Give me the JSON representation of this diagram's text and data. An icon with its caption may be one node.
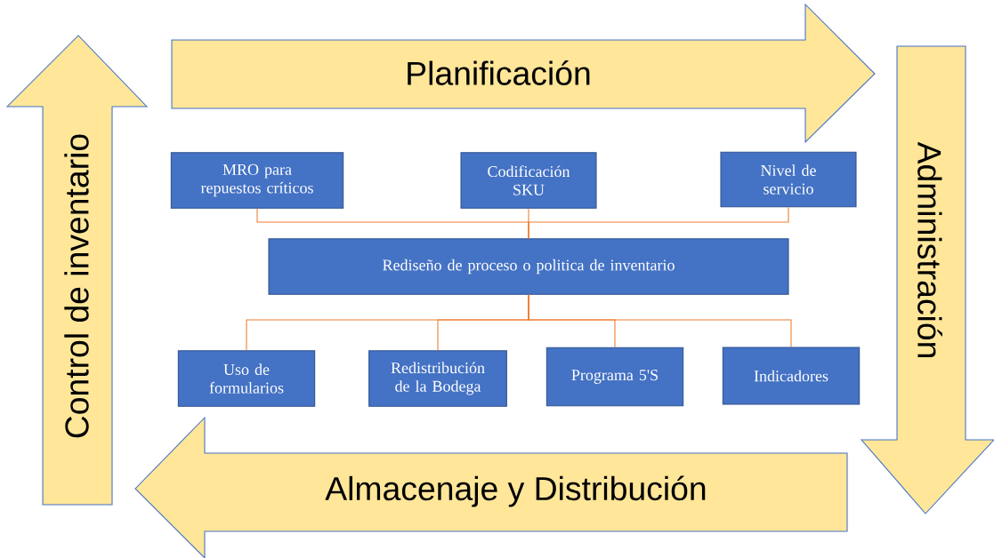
{
  "diagram": {
    "nodes": [
      {
        "text": [
          "Planificación"
        ]
      },
      {
        "text": [
          "Control de inventario"
        ]
      },
      {
        "text": [
          "Administración"
        ]
      },
      {
        "text": [
          "MRO para repuestos críticos"
        ]
      },
      {
        "text": [
          "Codificación SKU"
        ]
      },
      {
        "text": [
          "Nivel de servicio"
        ]
      },
      {
        "text": [
          "Rediseño de proceso o politica de inventario"
        ]
      },
      {
        "text": [
          "Uso de formularios"
        ]
      },
      {
        "text": [
          "Redistribución de la Bodega"
        ]
      },
      {
        "text": [
          "Programa 5'S"
        ]
      },
      {
        "text": [
          "Indicadores"
        ]
      },
      {
        "text": [
          "Almacenaje y Distribución"
        ]
      }
    ],
    "edges": [
      {
        "from": 3,
        "to": 6,
        "arrow": "none"
      },
      {
        "from": 4,
        "to": 6,
        "arrow": "none"
      },
      {
        "from": 5,
        "to": 6,
        "arrow": "none"
      },
      {
        "from": 6,
        "to": 7,
        "arrow": "none"
      },
      {
        "from": 6,
        "to": 8,
        "arrow": "none"
      },
      {
        "from": 6,
        "to": 9,
        "arrow": "none"
      },
      {
        "from": 6,
        "to": 10,
        "arrow": "none"
      }
    ]
  }
}
